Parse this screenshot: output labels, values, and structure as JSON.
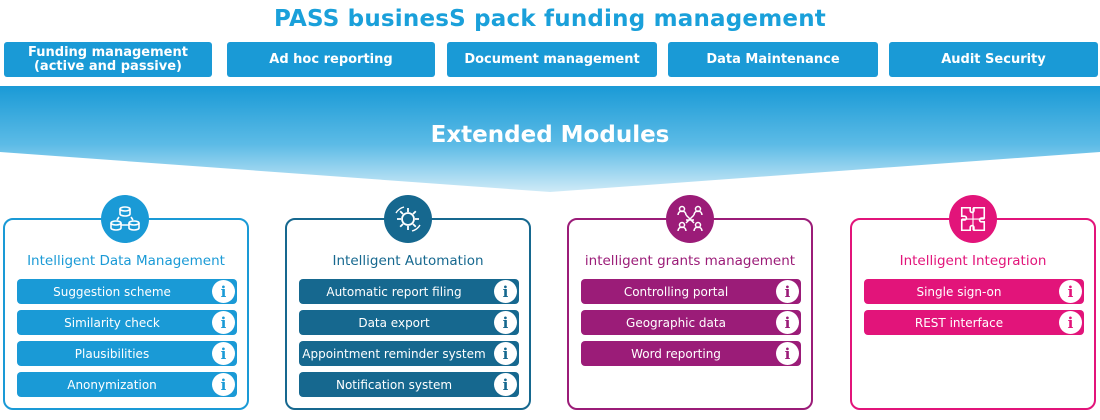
{
  "title": "PASS businesS pack funding management",
  "top_buttons": [
    "Funding management\n(active and passive)",
    "Ad hoc reporting",
    "Document management",
    "Data Maintenance",
    "Audit Security"
  ],
  "banner": "Extended Modules",
  "modules": [
    {
      "title": "Intelligent Data Management",
      "icon": "database-sync-icon",
      "items": [
        "Suggestion scheme",
        "Similarity check",
        "Plausibilities",
        "Anonymization"
      ]
    },
    {
      "title": "Intelligent Automation",
      "icon": "gear-cycle-icon",
      "items": [
        "Automatic report filing",
        "Data export",
        "Appointment reminder system",
        "Notification system"
      ]
    },
    {
      "title": "intelligent grants management",
      "icon": "people-network-icon",
      "items": [
        "Controlling portal",
        "Geographic data",
        "Word reporting"
      ]
    },
    {
      "title": "Intelligent Integration",
      "icon": "puzzle-icon",
      "items": [
        "Single sign-on",
        "REST interface"
      ]
    }
  ],
  "colors": {
    "title": "#1aa0da",
    "top_button": "#1a9ad6",
    "module_1": "#1a9ad6",
    "module_2": "#16688f",
    "module_3": "#9b1c78",
    "module_4": "#e2147a"
  }
}
